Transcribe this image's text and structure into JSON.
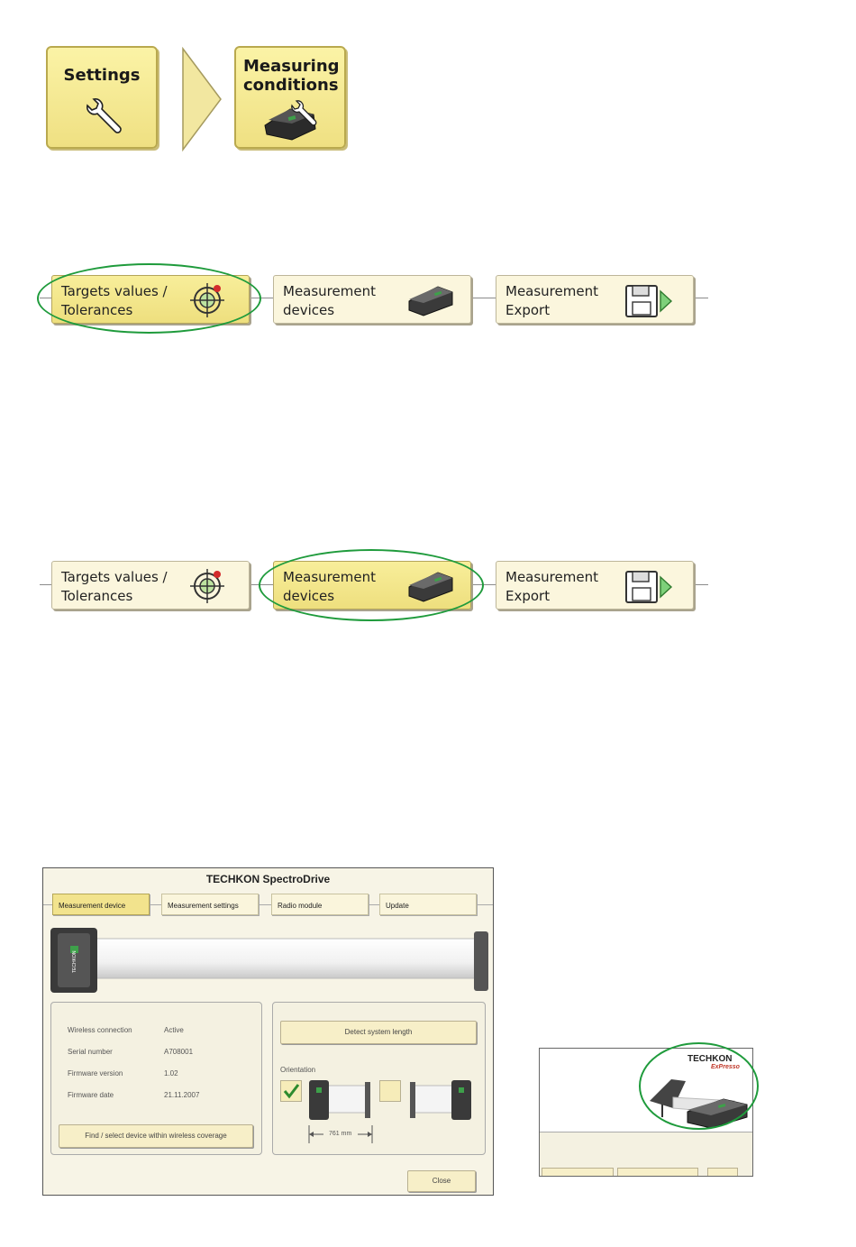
{
  "tiles": {
    "settings": {
      "label": "Settings",
      "icon": "wrench-icon"
    },
    "measuring_conditions": {
      "label": "Measuring conditions",
      "icon": "device-wrench-icon"
    }
  },
  "crumbs_row1": [
    {
      "label": "Targets values /\nTolerances",
      "icon": "target-icon",
      "active": true
    },
    {
      "label": "Measurement\ndevices",
      "icon": "device-icon",
      "active": false
    },
    {
      "label": "Measurement\nExport",
      "icon": "floppy-export-icon",
      "active": false
    }
  ],
  "crumbs_row2": [
    {
      "label": "Targets values /\nTolerances",
      "icon": "target-icon",
      "active": false
    },
    {
      "label": "Measurement\ndevices",
      "icon": "device-icon",
      "active": true
    },
    {
      "label": "Measurement\nExport",
      "icon": "floppy-export-icon",
      "active": false
    }
  ],
  "highlight_color": "#1f9b3c",
  "dialog": {
    "title": "TECHKON SpectroDrive",
    "tabs": [
      "Measurement device",
      "Measurement settings",
      "Radio module",
      "Update"
    ],
    "active_tab": "Measurement device",
    "info": {
      "wireless_label": "Wireless connection",
      "wireless_value": "Active",
      "serial_label": "Serial number",
      "serial_value": "A708001",
      "fw_version_label": "Firmware version",
      "fw_version_value": "1.02",
      "fw_date_label": "Firmware date",
      "fw_date_value": "21.11.2007"
    },
    "find_button": "Find / select device within wireless coverage",
    "detect_button": "Detect system length",
    "orientation_label": "Orientation",
    "length": "761 mm",
    "close_button": "Close",
    "device_brand": "TECHKON"
  },
  "expresso": {
    "brand": "TECHKON",
    "product": "ExPresso"
  }
}
